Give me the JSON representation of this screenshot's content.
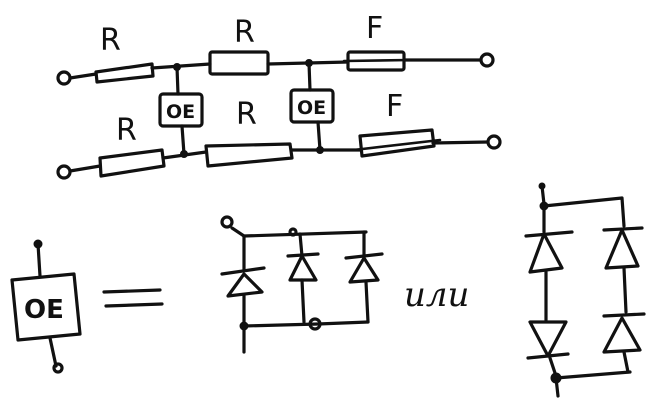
{
  "diagram": {
    "top_circuit": {
      "row1_labels": [
        "R",
        "R",
        "F"
      ],
      "row2_labels": [
        "R",
        "R",
        "F"
      ],
      "element_label": "OE"
    },
    "equivalence": {
      "element_label": "OE",
      "equals_sign": "=",
      "connector_word": "или"
    }
  }
}
